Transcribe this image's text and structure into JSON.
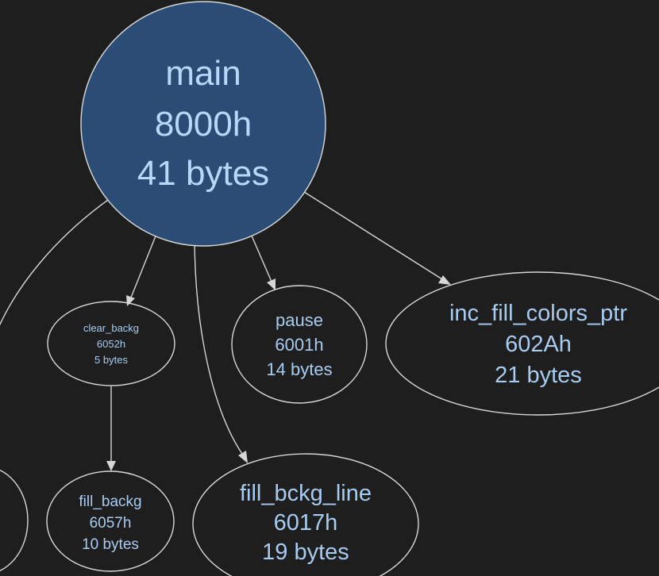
{
  "graph": {
    "nodes": [
      {
        "id": "main",
        "lines": [
          "main",
          "8000h",
          "41 bytes"
        ],
        "root": true
      },
      {
        "id": "clear_backg",
        "lines": [
          "clear_backg",
          "6052h",
          "5 bytes"
        ]
      },
      {
        "id": "pause",
        "lines": [
          "pause",
          "6001h",
          "14 bytes"
        ]
      },
      {
        "id": "inc_fill_colors_ptr",
        "lines": [
          "inc_fill_colors_ptr",
          "602Ah",
          "21 bytes"
        ]
      },
      {
        "id": "fill_backg",
        "lines": [
          "fill_backg",
          "6057h",
          "10 bytes"
        ]
      },
      {
        "id": "fill_bckg_line",
        "lines": [
          "fill_bckg_line",
          "6017h",
          "19 bytes"
        ]
      }
    ],
    "edges": [
      {
        "from": "main",
        "to": "clear_backg"
      },
      {
        "from": "main",
        "to": "pause"
      },
      {
        "from": "main",
        "to": "inc_fill_colors_ptr"
      },
      {
        "from": "main",
        "to": "fill_bckg_line"
      },
      {
        "from": "clear_backg",
        "to": "fill_backg"
      },
      {
        "from": "main",
        "to": "offscreen-left"
      }
    ]
  },
  "colors": {
    "background": "#1e1e1f",
    "root_fill": "#2b4d75",
    "label": "#a8ccf0",
    "edge": "#d6d6d6"
  }
}
